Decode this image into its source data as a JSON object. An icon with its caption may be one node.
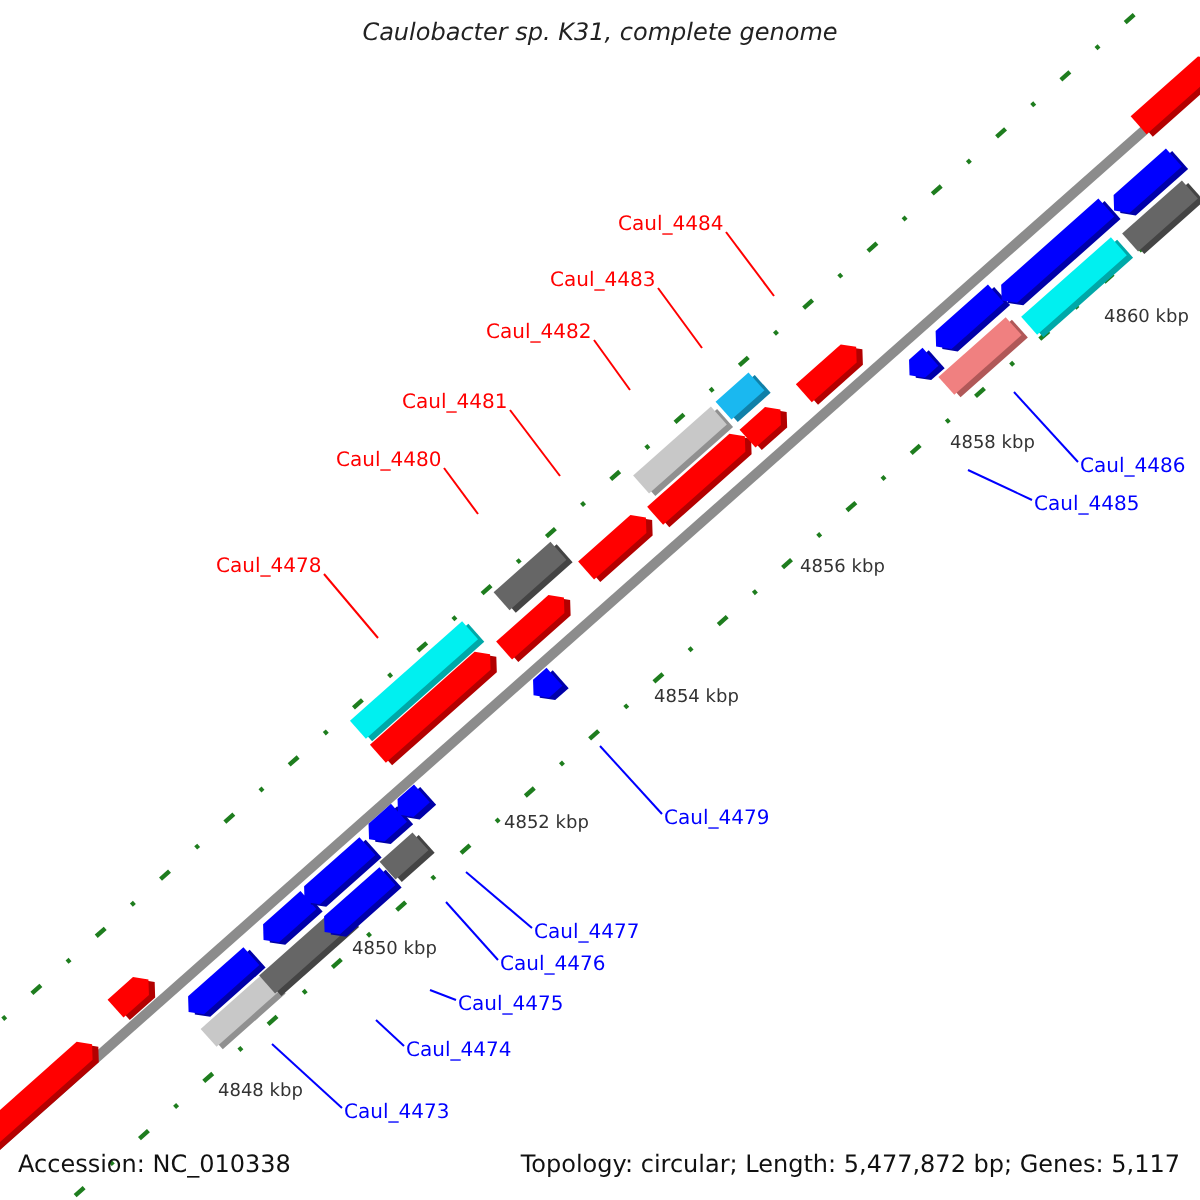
{
  "diagram": {
    "title": "Caulobacter sp. K31, complete genome",
    "nodes": [
      {
        "text": [
          "Caul_4473"
        ]
      },
      {
        "text": [
          "Caul_4474"
        ]
      },
      {
        "text": [
          "Caul_4475"
        ]
      },
      {
        "text": [
          "Caul_4476"
        ]
      },
      {
        "text": [
          "Caul_4477"
        ]
      },
      {
        "text": [
          "Caul_4478"
        ]
      },
      {
        "text": [
          "Caul_4479"
        ]
      },
      {
        "text": [
          "Caul_4480"
        ]
      },
      {
        "text": [
          "Caul_4481"
        ]
      },
      {
        "text": [
          "Caul_4482"
        ]
      },
      {
        "text": [
          "Caul_4483"
        ]
      },
      {
        "text": [
          "Caul_4484"
        ]
      },
      {
        "text": [
          "Caul_4485"
        ]
      },
      {
        "text": [
          "Caul_4486"
        ]
      }
    ],
    "edges": [
      {
        "from": 0,
        "to": null,
        "arrow": "none"
      },
      {
        "from": 1,
        "to": null,
        "arrow": "none"
      },
      {
        "from": 2,
        "to": null,
        "arrow": "none"
      },
      {
        "from": 3,
        "to": null,
        "arrow": "none"
      },
      {
        "from": 4,
        "to": null,
        "arrow": "none"
      },
      {
        "from": 5,
        "to": null,
        "arrow": "none",
        "color": "#ff0000"
      },
      {
        "from": 6,
        "to": null,
        "arrow": "none"
      },
      {
        "from": 7,
        "to": null,
        "arrow": "none",
        "color": "#ff0000"
      },
      {
        "from": 8,
        "to": null,
        "arrow": "none",
        "color": "#ff0000"
      },
      {
        "from": 9,
        "to": null,
        "arrow": "none",
        "color": "#ff0000"
      },
      {
        "from": 10,
        "to": null,
        "arrow": "none",
        "color": "#ff0000"
      },
      {
        "from": 11,
        "to": null,
        "arrow": "none",
        "color": "#ff0000"
      },
      {
        "from": 12,
        "to": null,
        "arrow": "none"
      },
      {
        "from": 13,
        "to": null,
        "arrow": "none"
      }
    ],
    "labels": [
      "4860 kbp",
      "4858 kbp",
      "4856 kbp",
      "4854 kbp",
      "4852 kbp",
      "4850 kbp",
      "4848 kbp",
      "Accession: NC_010338",
      "Topology: circular; Length: 5,477,872 bp; Genes: 5,117"
    ]
  }
}
